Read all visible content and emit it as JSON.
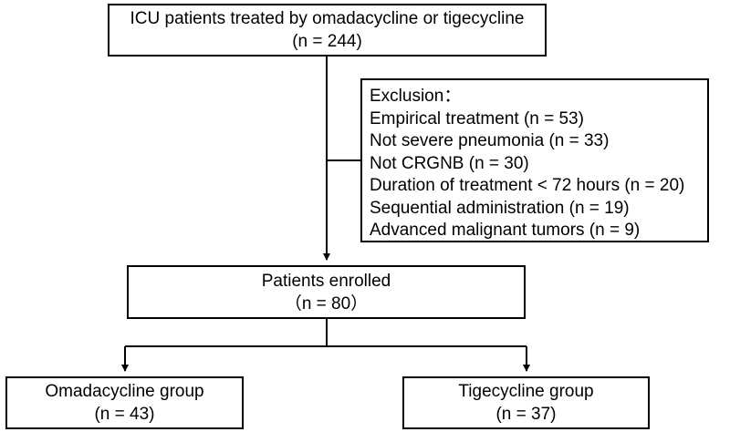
{
  "flowchart": {
    "top": {
      "line1": "ICU patients treated by omadacycline or tigecycline",
      "line2": "(n = 244)"
    },
    "exclusion": {
      "title": "Exclusion：",
      "items": [
        "Empirical treatment (n = 53)",
        "Not severe pneumonia (n = 33)",
        "Not CRGNB (n = 30)",
        "Duration of treatment < 72 hours (n = 20)",
        "Sequential administration (n = 19)",
        "Advanced malignant tumors (n = 9)"
      ]
    },
    "enrolled": {
      "line1": "Patients enrolled",
      "line2": "（n = 80）"
    },
    "omadacycline": {
      "line1": "Omadacycline group",
      "line2": "(n = 43)"
    },
    "tigecycline": {
      "line1": "Tigecycline group",
      "line2": "(n = 37)"
    }
  }
}
